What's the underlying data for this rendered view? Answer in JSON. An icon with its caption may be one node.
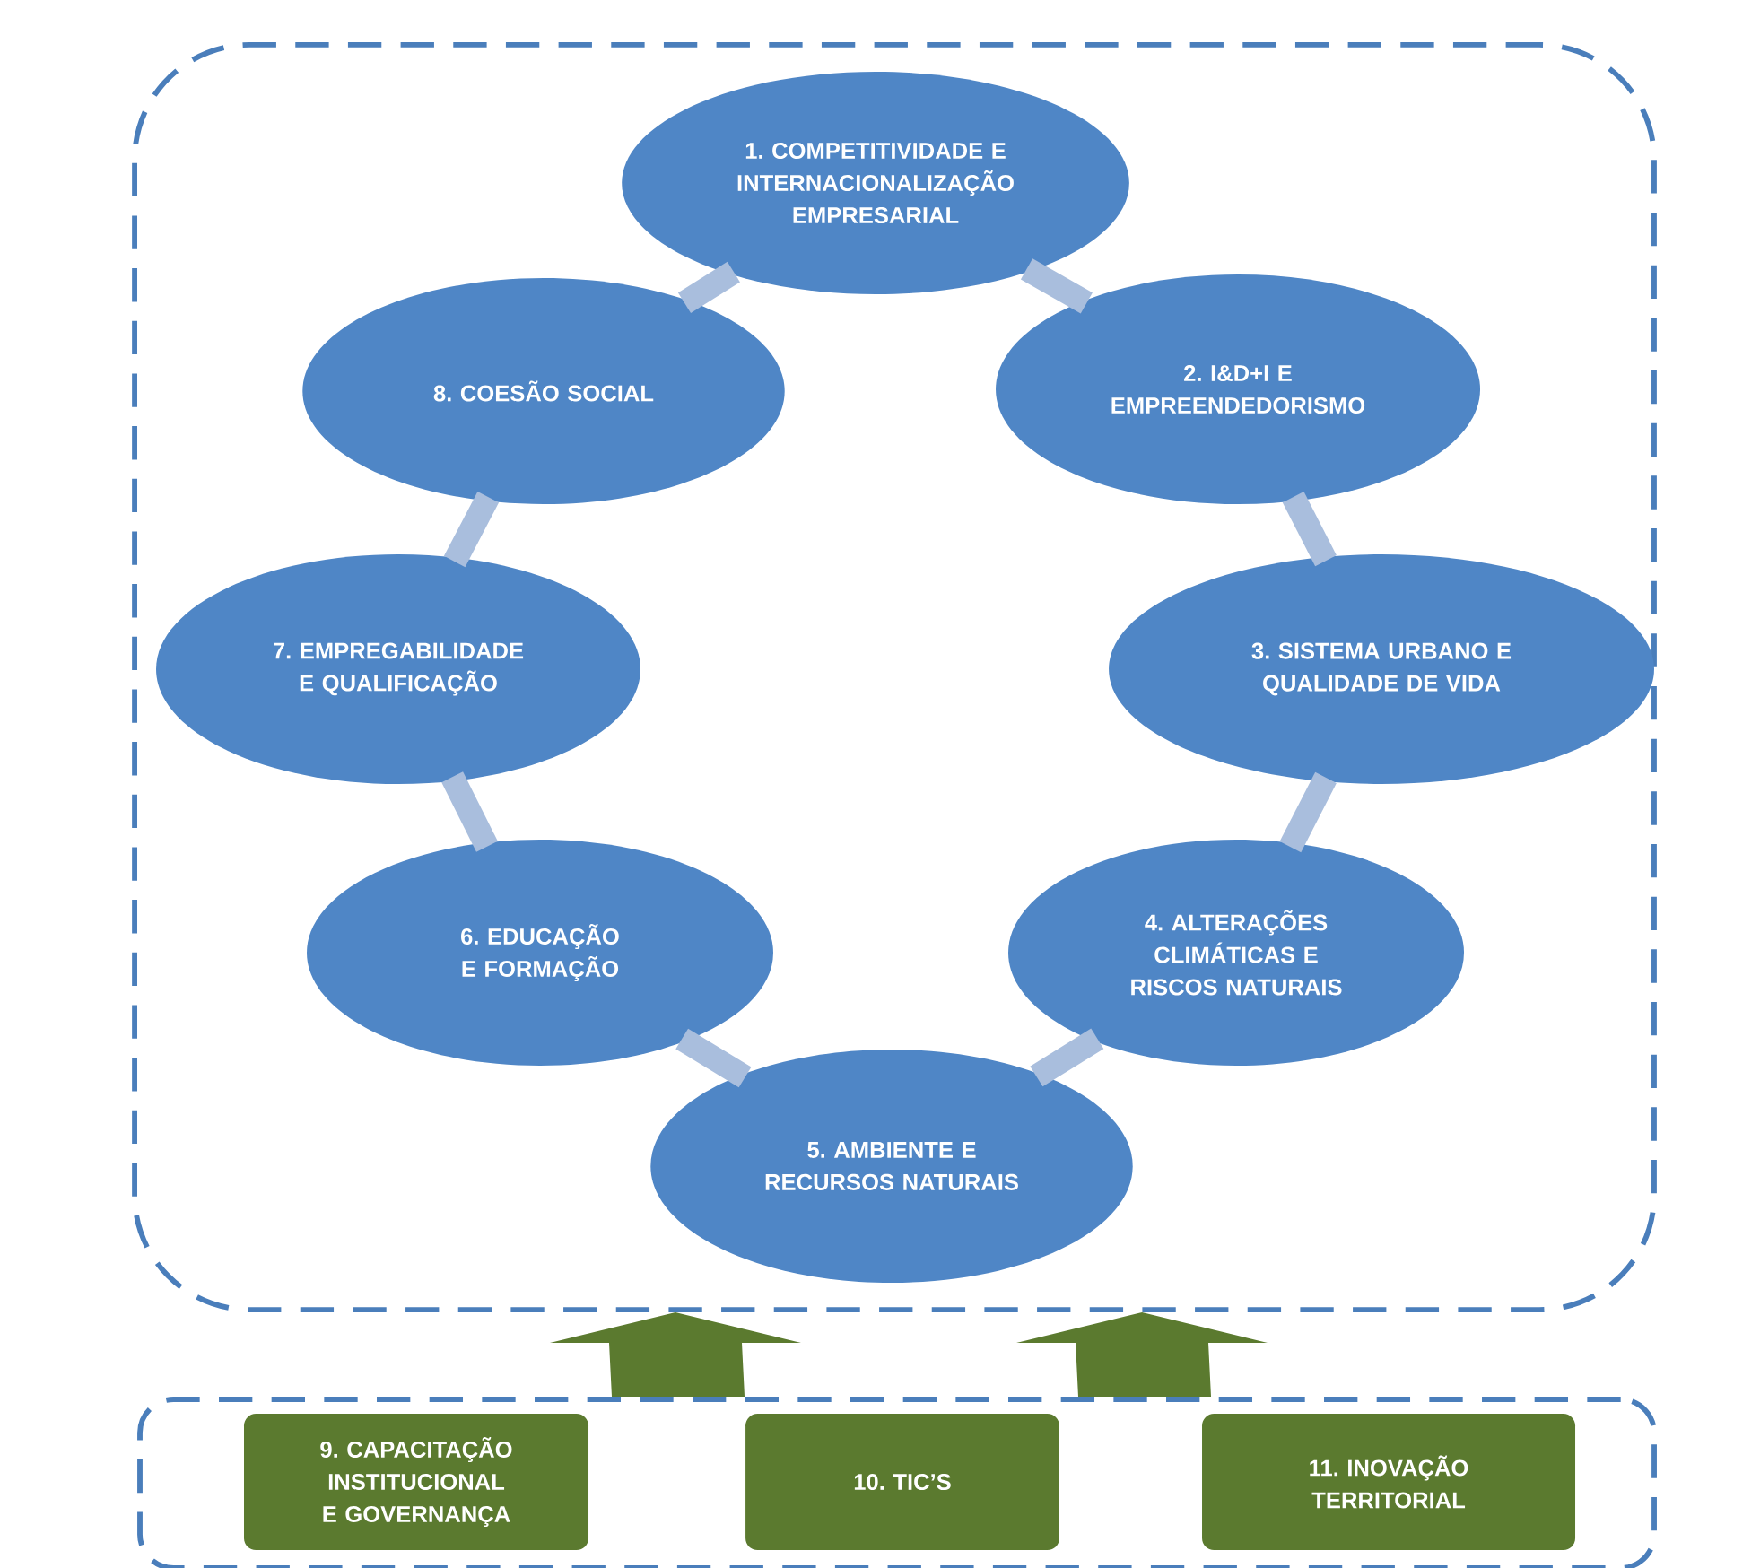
{
  "diagram": {
    "nodes": [
      {
        "text": [],
        "shape": "box"
      },
      {
        "text": [
          "1. COMPETITIVIDADE E INTERNACIONALIZAÇÃO EMPRESARIAL"
        ],
        "in": 0
      },
      {
        "text": [
          "2. I&D+I E EMPREENDEDORISMO"
        ],
        "in": 0
      },
      {
        "text": [
          "3. SISTEMA URBANO E QUALIDADE DE VIDA"
        ],
        "in": 0
      },
      {
        "text": [
          "4. ALTERAÇÕES CLIMÁTICAS E RISCOS NATURAIS"
        ],
        "in": 0
      },
      {
        "text": [
          "5. AMBIENTE E RECURSOS NATURAIS"
        ],
        "in": 0
      },
      {
        "text": [
          "6. EDUCAÇÃO E FORMAÇÃO"
        ],
        "in": 0
      },
      {
        "text": [
          "7. EMPREGABILIDADE E QUALIFICAÇÃO"
        ],
        "in": 0
      },
      {
        "text": [
          "8. COESÃO SOCIAL"
        ],
        "in": 0
      },
      {
        "text": [],
        "shape": "box"
      },
      {
        "text": [
          "9. CAPACITAÇÃO INSTITUCIONAL E GOVERNANÇA"
        ],
        "in": 9
      },
      {
        "text": [
          "10. TIC’S"
        ],
        "in": 9
      },
      {
        "text": [
          "11. INOVAÇÃO TERRITORIAL"
        ],
        "in": 9
      }
    ],
    "edges": [
      {
        "from": 1,
        "to": 2,
        "arrow": "none"
      },
      {
        "from": 2,
        "to": 3,
        "arrow": "none"
      },
      {
        "from": 3,
        "to": 4,
        "arrow": "none"
      },
      {
        "from": 4,
        "to": 5,
        "arrow": "none"
      },
      {
        "from": 5,
        "to": 6,
        "arrow": "none"
      },
      {
        "from": 6,
        "to": 7,
        "arrow": "none"
      },
      {
        "from": 7,
        "to": 8,
        "arrow": "none"
      },
      {
        "from": 8,
        "to": 1,
        "arrow": "none"
      },
      {
        "from": 9,
        "to": 0,
        "arrow": "to",
        "style": "thick",
        "color": "#5b7a2f"
      },
      {
        "from": 9,
        "to": 0,
        "arrow": "to",
        "style": "thick",
        "color": "#5b7a2f"
      }
    ]
  }
}
